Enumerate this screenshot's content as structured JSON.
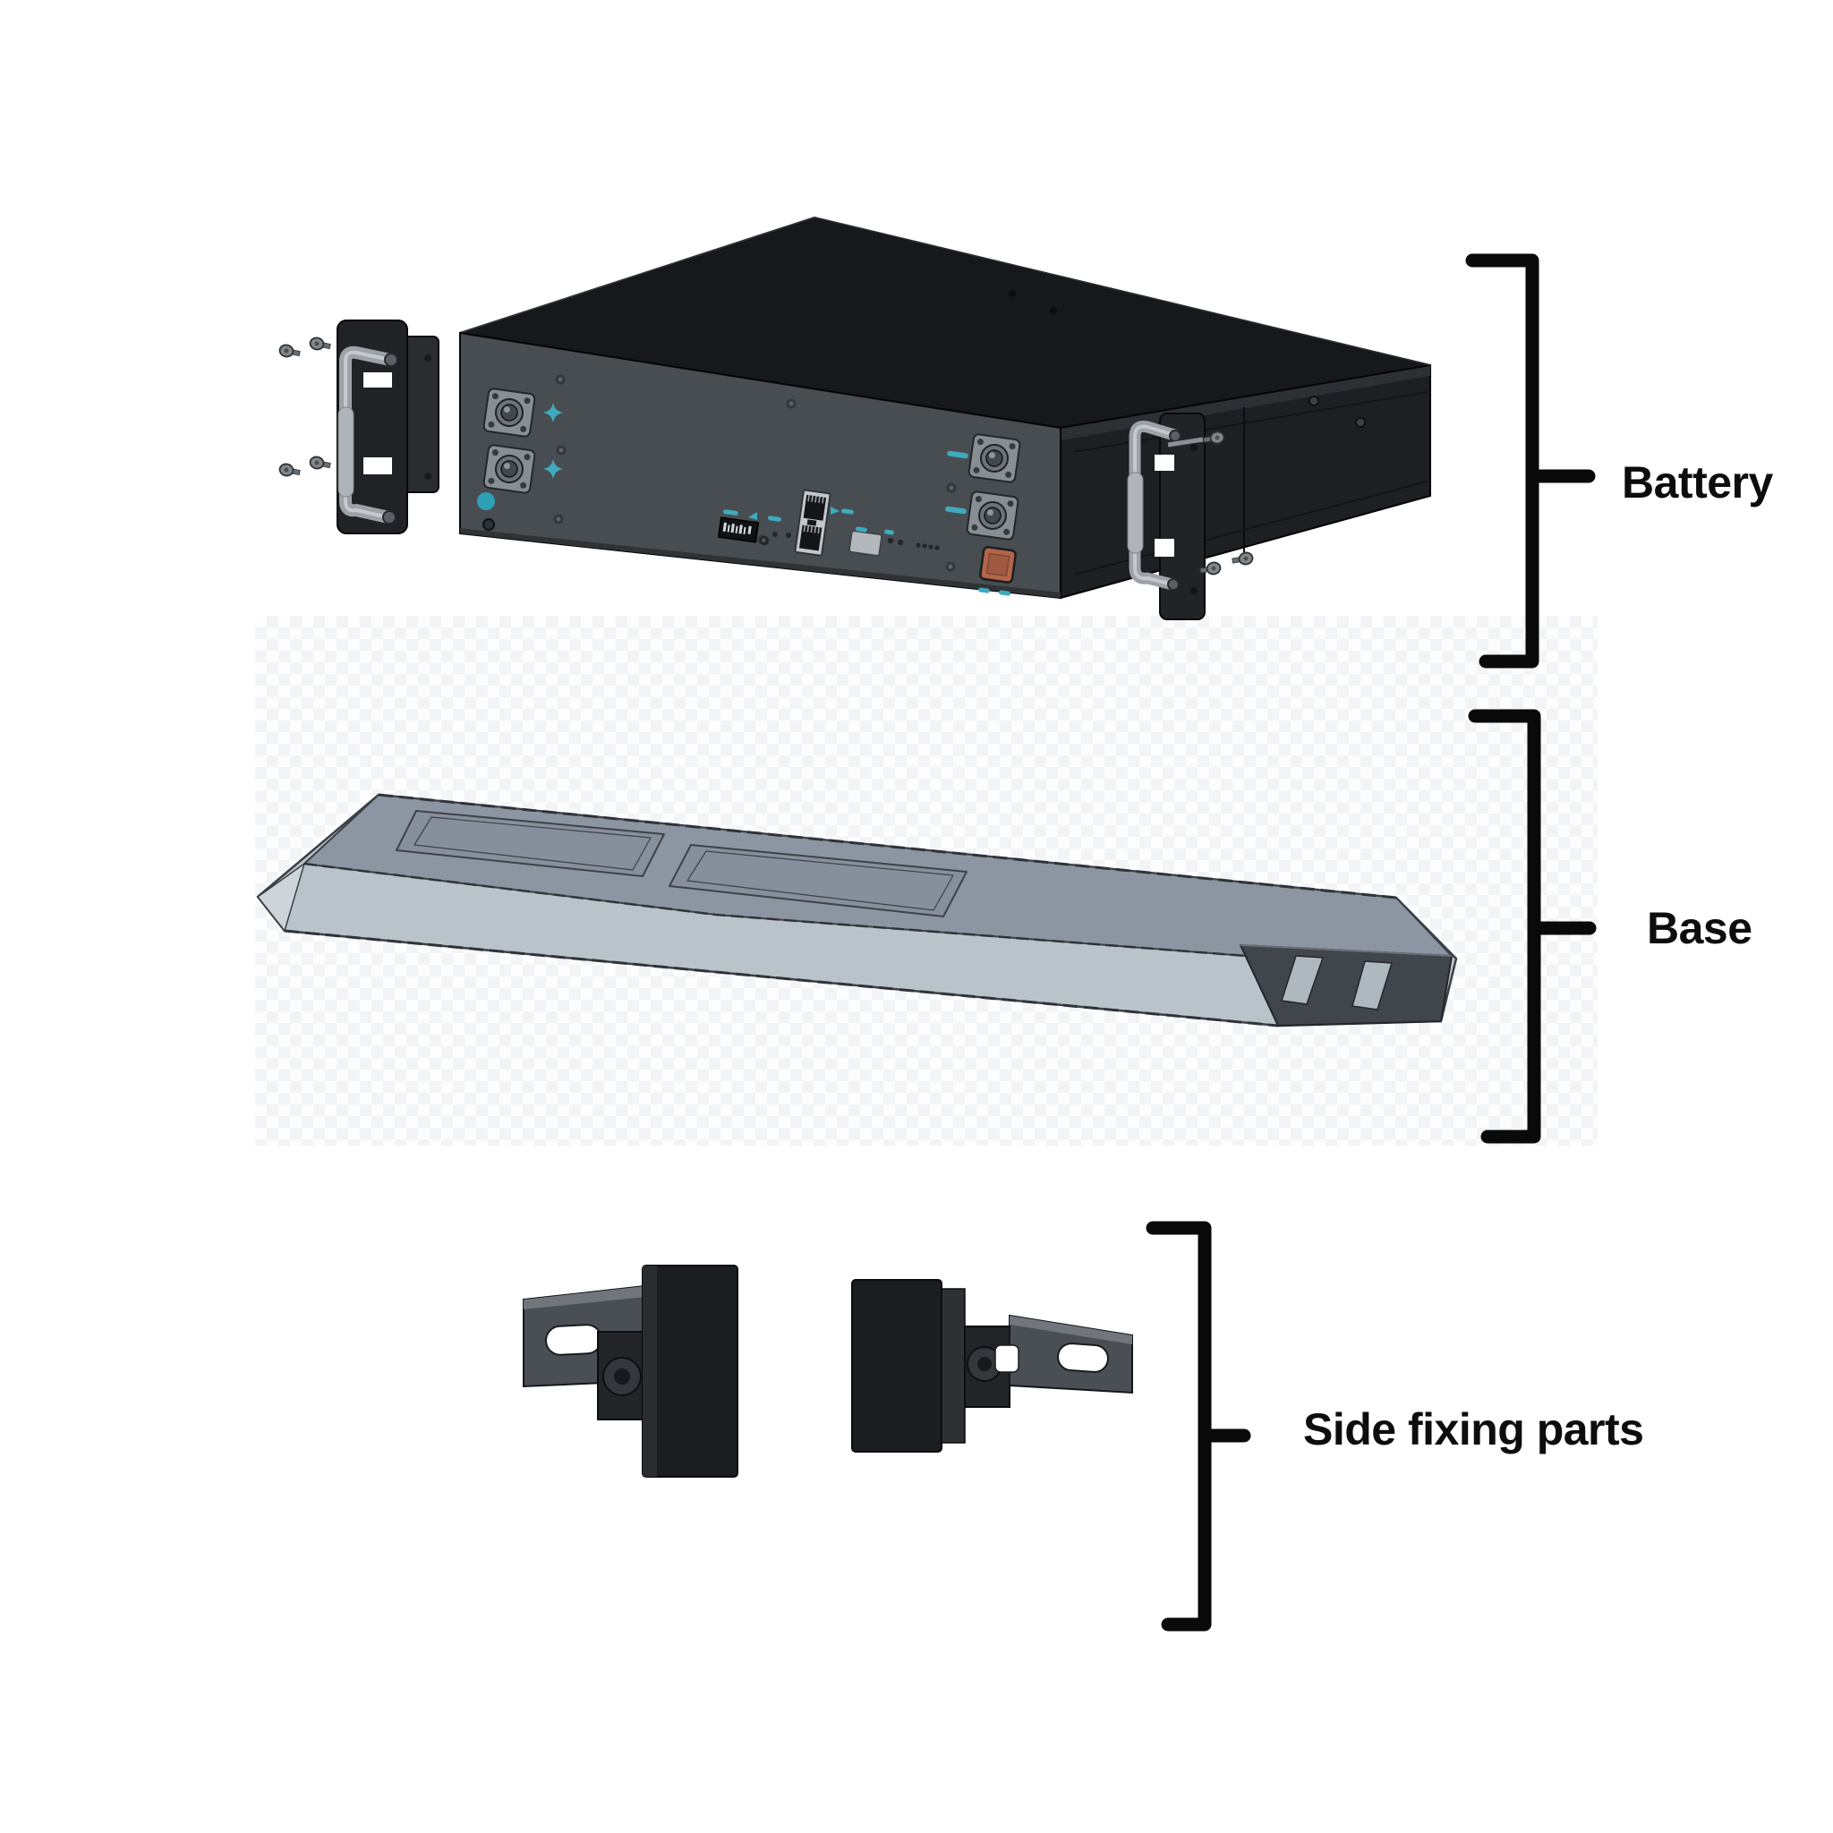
{
  "diagram": {
    "title": "Battery assembly exploded diagram",
    "background_color": "#ffffff",
    "annotation_color": "#0a0a0a",
    "labels": {
      "battery": "Battery",
      "base": "Base",
      "side_fixing_parts": "Side fixing parts"
    },
    "figures": {
      "battery": {
        "name": "battery-unit",
        "description": "Rack-style battery module with carry handles, mounting screws and front connector panel",
        "colors": {
          "front_face": "#474d51",
          "top_face": "#17181b",
          "side_face": "#1d1f22",
          "accent_teal": "#3fa9bd",
          "power_connector_orange": "#b2654a",
          "metal": "#9ca2a8"
        }
      },
      "base": {
        "name": "base-platform",
        "description": "Floor stand base plate with two mounting pads and rib slots at one end",
        "colors": {
          "top_face": "#8c96a2",
          "front_face": "#b9c3ca",
          "outline": "#3b4046"
        }
      },
      "side_fixing_parts": {
        "name": "side-fixing-brackets",
        "description": "Pair of side fixing brackets with slotted arms",
        "colors": {
          "plate": "#1c1d20",
          "arm": "#4a4e55"
        }
      }
    }
  }
}
